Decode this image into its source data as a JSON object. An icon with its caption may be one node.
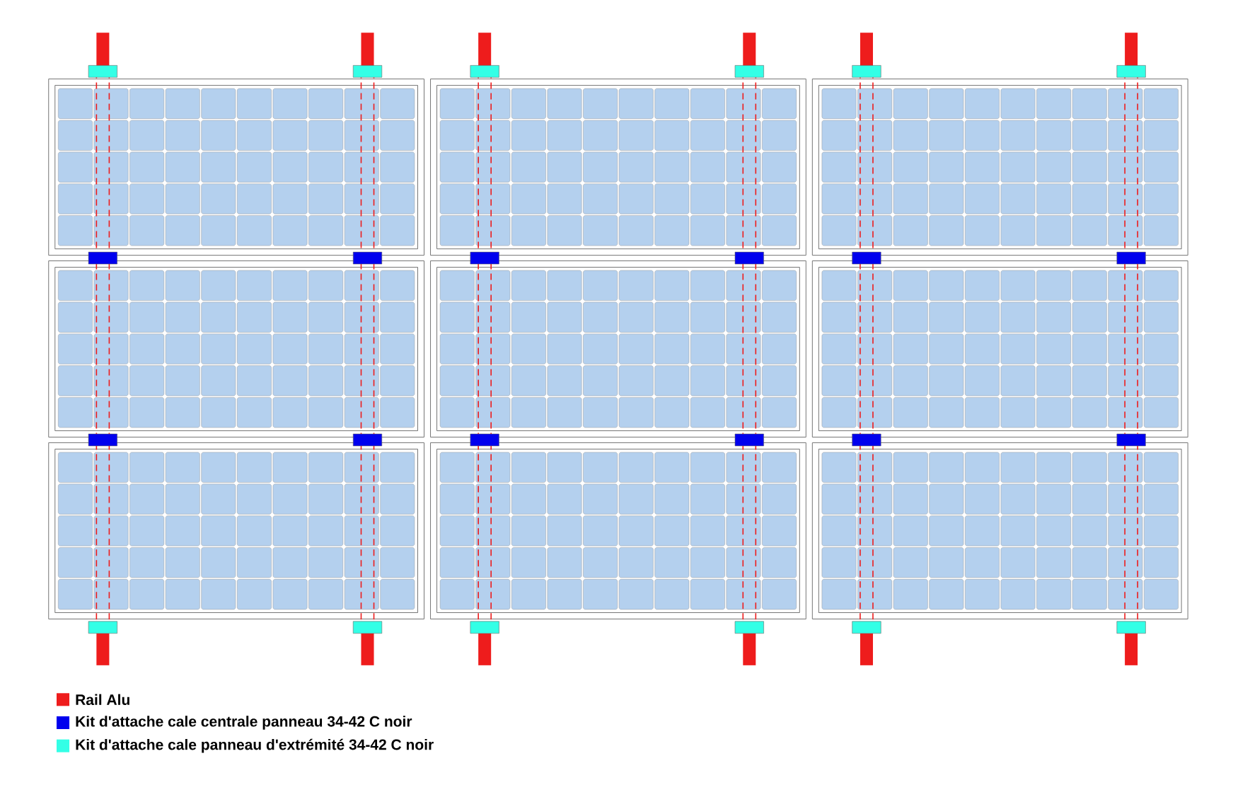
{
  "diagram": {
    "legend": [
      {
        "text": "Rail Alu",
        "color": "#ee1c1c"
      },
      {
        "text": "Kit d'attache cale centrale panneau 34-42 C noir",
        "color": "#0000ee"
      },
      {
        "text": "Kit d'attache cale panneau d'extrémité 34-42 C noir",
        "color": "#33ffe6"
      }
    ]
  }
}
